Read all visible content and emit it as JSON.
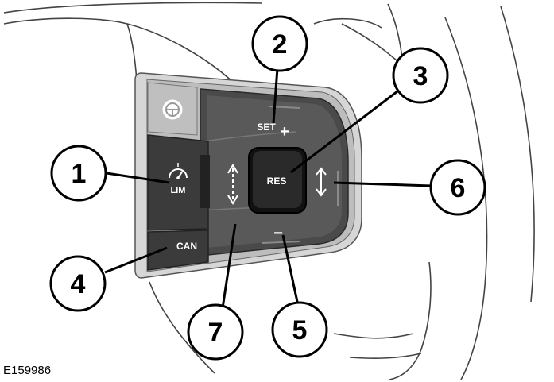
{
  "figure_id": "E159986",
  "buttons": {
    "set": "SET",
    "set_sign": "+",
    "res": "RES",
    "lim": "LIM",
    "can": "CAN",
    "minus": "−"
  },
  "callouts": [
    "1",
    "2",
    "3",
    "4",
    "5",
    "6",
    "7"
  ],
  "icons": {
    "speed_limiter": "speedometer-arrow-icon",
    "cruise": "steering-wheel-cruise-icon",
    "gap_vertical": "up-down-dashed-arrow-icon",
    "gap_horizontal": "up-down-arrow-icon"
  }
}
